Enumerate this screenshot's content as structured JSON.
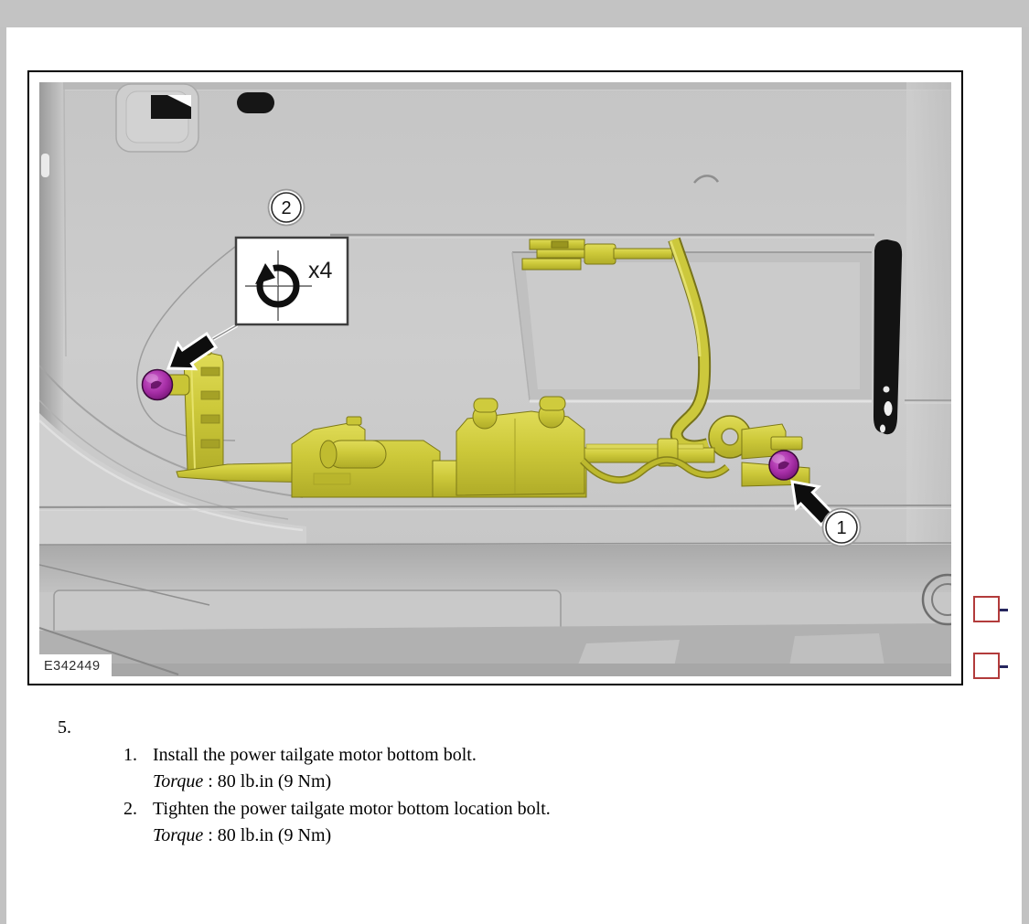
{
  "figure": {
    "id_label": "E342449",
    "multiplier": "x4",
    "callout_1": "1",
    "callout_2": "2",
    "colors": {
      "panel_gray": "#c9c9c9",
      "highlight_yellow": "#cdc93a",
      "bolt_purple": "#a62ea6",
      "annotation_red": "#b23b3b",
      "trim_black": "#131313"
    }
  },
  "instructions": {
    "step_number": "5.",
    "substeps": [
      {
        "number": "1.",
        "text": "Install the power tailgate motor bottom bolt.",
        "torque_label": "Torque",
        "torque_sep": " : ",
        "torque_value": "80 lb.in (9 Nm)"
      },
      {
        "number": "2.",
        "text": "Tighten the power tailgate motor bottom location bolt.",
        "torque_label": "Torque",
        "torque_sep": " : ",
        "torque_value": "80 lb.in (9 Nm)"
      }
    ]
  }
}
